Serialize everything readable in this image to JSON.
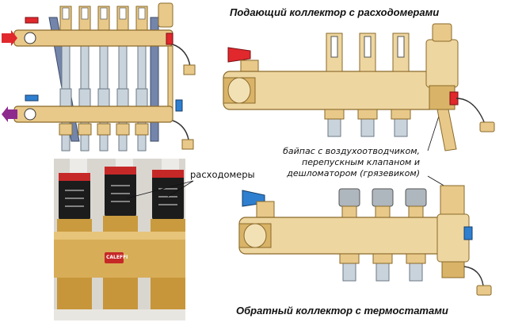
{
  "titles": {
    "supply": "Подающий коллектор с расходомерами",
    "return": "Обратный коллектор с термостатами"
  },
  "labels": {
    "flowmeters": "расходомеры",
    "bypass_lines": [
      "байпас с воздухоотводчиком,",
      "перепускным клапаном и",
      "дешломатором (грязевиком)"
    ],
    "photo_tag": "CALEFFI"
  },
  "colors": {
    "brass": "#e8c98a",
    "brass_dark": "#b8924a",
    "pipe": "#c9d3dc",
    "handle_red": "#e0282d",
    "handle_blue": "#2f7fd0",
    "arrow_red": "#e0282d",
    "arrow_purple": "#8e2a8e",
    "frame_blue": "#6e82a8"
  }
}
